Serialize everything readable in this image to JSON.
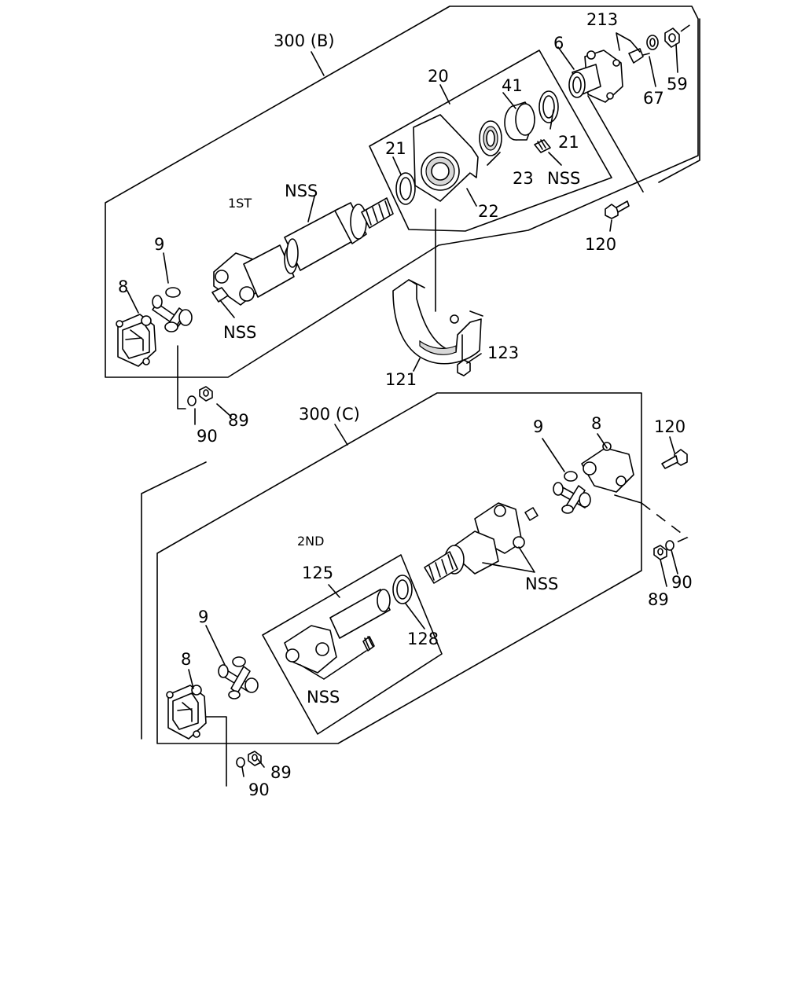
{
  "labels": {
    "assy_300b": "300 (B)",
    "assy_300c": "300 (C)",
    "first_shaft": "1ST",
    "second_shaft": "2ND",
    "p213": "213",
    "p6": "6",
    "p67": "67",
    "p59": "59",
    "p20": "20",
    "p41": "41",
    "p21_top": "21",
    "p21_left": "21",
    "p23": "23",
    "p22": "22",
    "nss_bearing": "NSS",
    "nss_shaft_top": "NSS",
    "nss_pin_top": "NSS",
    "p120_top": "120",
    "p9_top": "9",
    "p8_top": "8",
    "p121": "121",
    "p123": "123",
    "p89_top": "89",
    "p90_top": "90",
    "p9_right": "9",
    "p8_right": "8",
    "p120_right": "120",
    "nss_yoke": "NSS",
    "p89_right": "89",
    "p90_right": "90",
    "p125": "125",
    "p128": "128",
    "nss_shaft_bottom": "NSS",
    "p9_bottom": "9",
    "p8_bottom": "8",
    "p89_bottom": "89",
    "p90_bottom": "90"
  }
}
